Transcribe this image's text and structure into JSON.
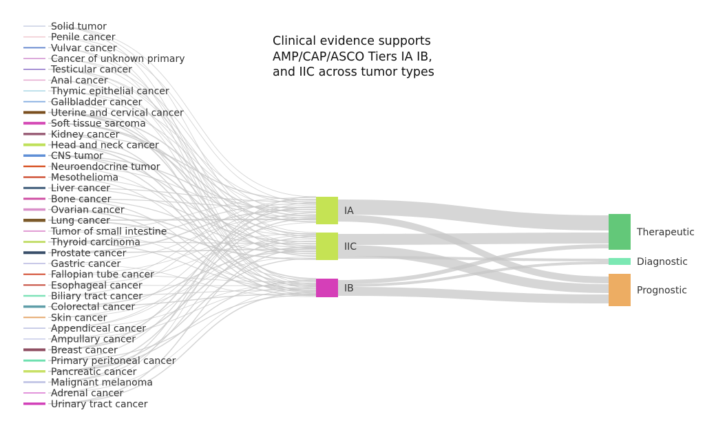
{
  "caption": {
    "lines": [
      "Clinical evidence supports",
      "AMP/CAP/ASCO Tiers IA IB,",
      "and IIC across tumor types"
    ]
  },
  "tumor_types": [
    {
      "label": "Solid tumor",
      "color": "#c9cfe4",
      "weight": 1
    },
    {
      "label": "Penile cancer",
      "color": "#f0c8cf",
      "weight": 1
    },
    {
      "label": "Vulvar cancer",
      "color": "#6f8fd1",
      "weight": 2
    },
    {
      "label": "Cancer of unknown primary",
      "color": "#d08fcf",
      "weight": 1.5
    },
    {
      "label": "Testicular cancer",
      "color": "#8a6fc7",
      "weight": 1.5
    },
    {
      "label": "Anal cancer",
      "color": "#e5a7cd",
      "weight": 1
    },
    {
      "label": "Thymic epithelial cancer",
      "color": "#a9d8e6",
      "weight": 1.5
    },
    {
      "label": "Gallbladder cancer",
      "color": "#8cb3e3",
      "weight": 2
    },
    {
      "label": "Uterine and cervical cancer",
      "color": "#7a4f1f",
      "weight": 4
    },
    {
      "label": "Soft tissue sarcoma",
      "color": "#d54bb6",
      "weight": 4
    },
    {
      "label": "Kidney cancer",
      "color": "#9a5f78",
      "weight": 3.5
    },
    {
      "label": "Head and neck cancer",
      "color": "#bfe05a",
      "weight": 4
    },
    {
      "label": "CNS tumor",
      "color": "#5f8fd6",
      "weight": 3.5
    },
    {
      "label": "Neuroendocrine tumor",
      "color": "#d9582b",
      "weight": 2.5
    },
    {
      "label": "Mesothelioma",
      "color": "#d0553a",
      "weight": 2.5
    },
    {
      "label": "Liver cancer",
      "color": "#3d5a78",
      "weight": 3
    },
    {
      "label": "Bone cancer",
      "color": "#cf4fa4",
      "weight": 3
    },
    {
      "label": "Ovarian cancer",
      "color": "#d98fc9",
      "weight": 3.5
    },
    {
      "label": "Lung cancer",
      "color": "#7c5a2a",
      "weight": 4.5
    },
    {
      "label": "Tumor of small intestine",
      "color": "#e19ad3",
      "weight": 2
    },
    {
      "label": "Thyroid carcinoma",
      "color": "#c3de6b",
      "weight": 3
    },
    {
      "label": "Prostate cancer",
      "color": "#3a4f6a",
      "weight": 4
    },
    {
      "label": "Gastric cancer",
      "color": "#c8c8e8",
      "weight": 2
    },
    {
      "label": "Fallopian tube cancer",
      "color": "#d24a2e",
      "weight": 2
    },
    {
      "label": "Esophageal cancer",
      "color": "#c54a3a",
      "weight": 2
    },
    {
      "label": "Biliary tract cancer",
      "color": "#7ee2b8",
      "weight": 2.5
    },
    {
      "label": "Colorectal cancer",
      "color": "#5f9ea8",
      "weight": 3.5
    },
    {
      "label": "Skin cancer",
      "color": "#e5a76b",
      "weight": 2
    },
    {
      "label": "Appendiceal cancer",
      "color": "#b8bde0",
      "weight": 1.5
    },
    {
      "label": "Ampullary cancer",
      "color": "#c5c9e8",
      "weight": 1.5
    },
    {
      "label": "Breast cancer",
      "color": "#8f4f63",
      "weight": 4
    },
    {
      "label": "Primary peritoneal cancer",
      "color": "#6fe0b0",
      "weight": 3
    },
    {
      "label": "Pancreatic cancer",
      "color": "#c8e066",
      "weight": 3.5
    },
    {
      "label": "Malignant melanoma",
      "color": "#c4c8e6",
      "weight": 3
    },
    {
      "label": "Adrenal cancer",
      "color": "#d86fcf",
      "weight": 1.5
    },
    {
      "label": "Urinary tract cancer",
      "color": "#d23fb8",
      "weight": 3.5
    }
  ],
  "tiers": [
    {
      "label": "IA",
      "color": "#c5e354"
    },
    {
      "label": "IIC",
      "color": "#c5e354"
    },
    {
      "label": "IB",
      "color": "#d53fb8"
    }
  ],
  "evidence_types": [
    {
      "label": "Therapeutic",
      "color": "#63c879"
    },
    {
      "label": "Diagnostic",
      "color": "#7be8b3"
    },
    {
      "label": "Prognostic",
      "color": "#edad63"
    }
  ],
  "link_color": "#c6c6c6"
}
